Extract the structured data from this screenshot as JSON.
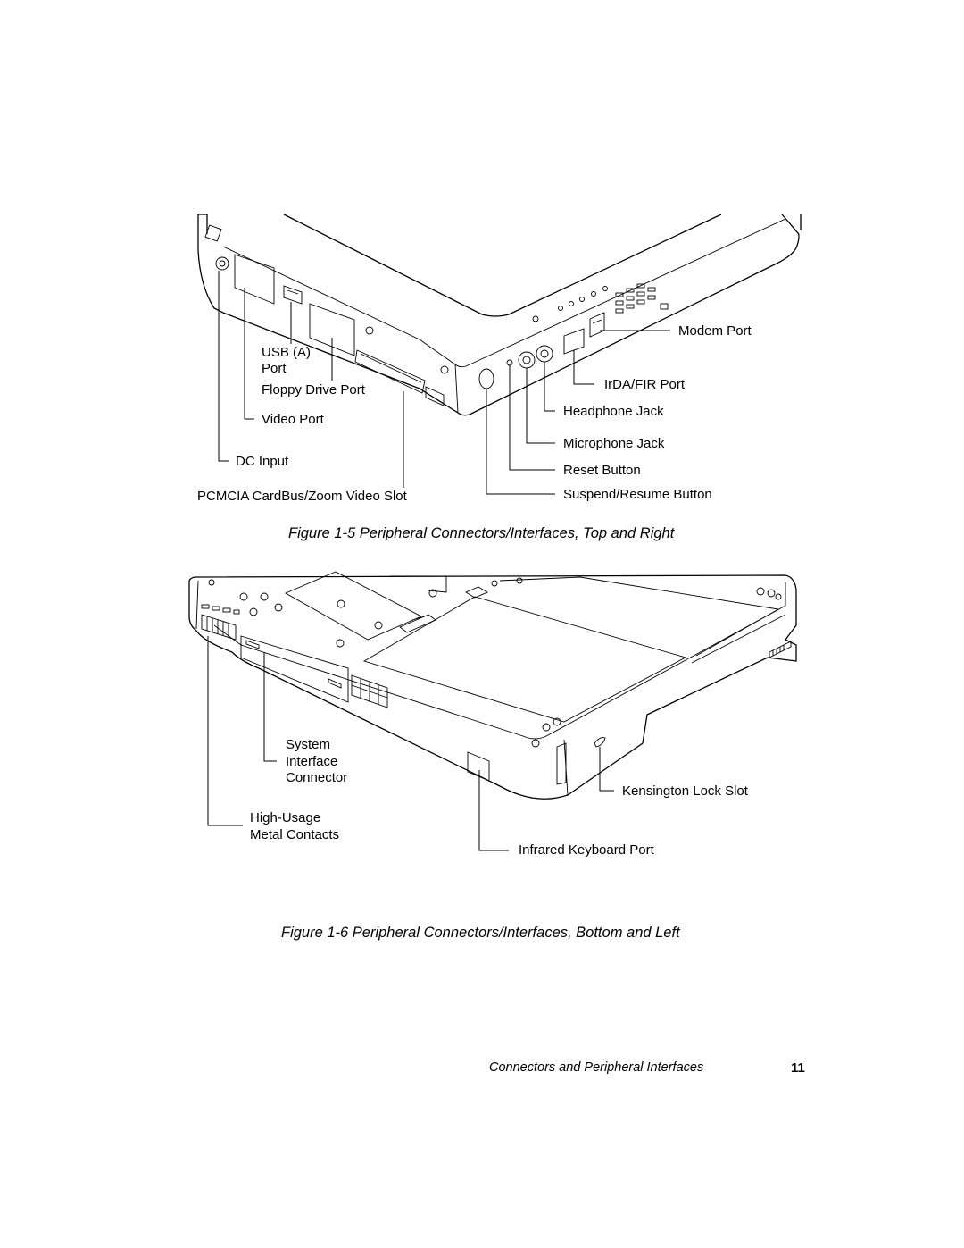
{
  "figure_top": {
    "labels": {
      "usb_a_port": "USB (A)\nPort",
      "floppy_drive_port": "Floppy Drive Port",
      "video_port": "Video Port",
      "dc_input": "DC Input",
      "pcmcia_slot": "PCMCIA CardBus/Zoom Video Slot",
      "modem_port": "Modem Port",
      "irda_port": "IrDA/FIR Port",
      "headphone_jack": "Headphone Jack",
      "microphone_jack": "Microphone Jack",
      "reset_button": "Reset Button",
      "suspend_resume_button": "Suspend/Resume Button"
    },
    "caption": "Figure 1-5  Peripheral Connectors/Interfaces, Top and Right"
  },
  "figure_bottom": {
    "labels": {
      "system_interface_connector": "System\nInterface\nConnector",
      "high_usage_contacts": "High-Usage\nMetal Contacts",
      "kensington_lock_slot": "Kensington Lock Slot",
      "infrared_keyboard_port": "Infrared Keyboard Port"
    },
    "caption": "Figure 1-6  Peripheral Connectors/Interfaces, Bottom and Left"
  },
  "footer": {
    "section_title": "Connectors and Peripheral Interfaces",
    "page_number": "11"
  }
}
